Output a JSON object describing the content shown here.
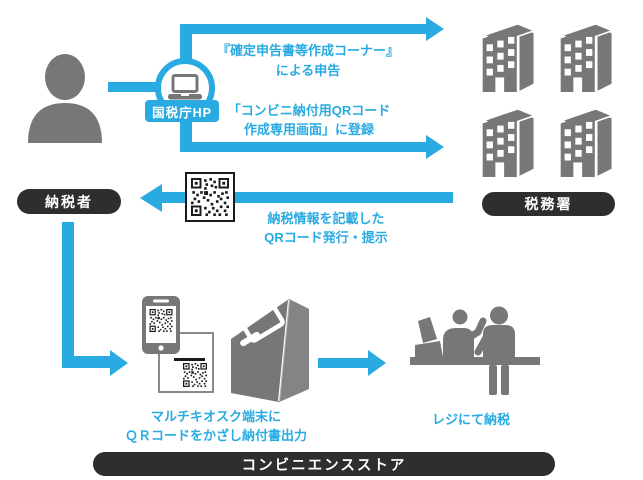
{
  "colors": {
    "accent": "#29abe2",
    "gray": "#777777",
    "dark": "#2e2e2e",
    "ink": "#1a1a1a"
  },
  "actors": {
    "taxpayer": {
      "label": "納税者",
      "icon": "person-silhouette"
    },
    "nta_site": {
      "label": "国税庁HP",
      "icon": "laptop"
    },
    "tax_office": {
      "label": "税務署",
      "icon": "office-buildings"
    },
    "store": {
      "label": "コンビニエンスストア",
      "icon": "kiosk-and-register"
    }
  },
  "flows": {
    "file_return": {
      "line1": "『確定申告書等作成コーナー』",
      "line2": "による申告"
    },
    "register_qr": {
      "line1": "「コンビニ納付用QRコード",
      "line2": "作成専用画面」に登録"
    },
    "issue_qr": {
      "line1": "納税情報を記載した",
      "line2": "QRコード発行・提示"
    },
    "kiosk_print": {
      "line1": "マルチキオスク端末に",
      "line2": "ＱＲコードをかざし納付書出力"
    },
    "pay_at_register": {
      "caption": "レジにて納税"
    }
  },
  "icons": {
    "taxpayer": "person-icon",
    "nta_hub": "laptop-icon",
    "tax_office": "building-icon",
    "qr": "qr-code-icon",
    "smartphone": "smartphone-icon",
    "payment_slip": "payment-slip-icon",
    "kiosk": "kiosk-terminal-icon",
    "register": "cashier-counter-icon"
  }
}
